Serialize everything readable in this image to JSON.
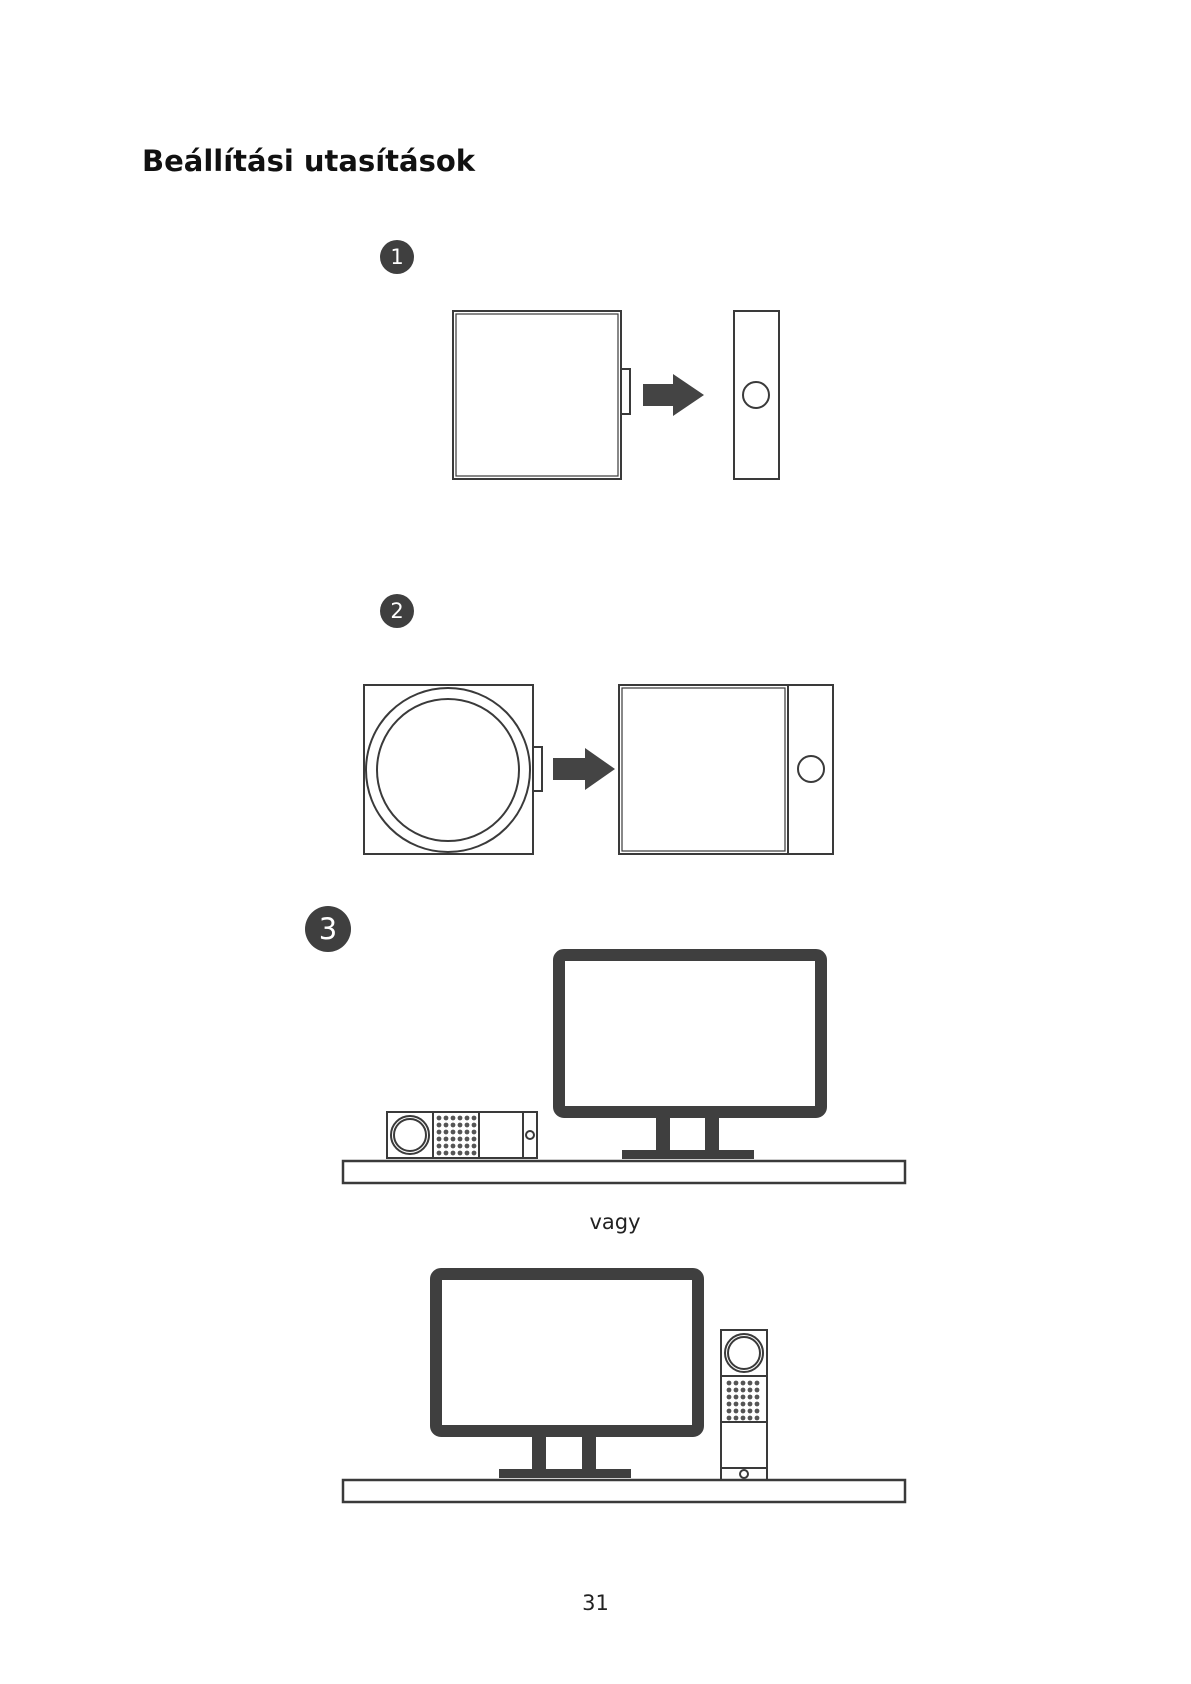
{
  "page": {
    "title": "Beállítási utasítások",
    "page_number": "31"
  },
  "steps": [
    {
      "number": "1"
    },
    {
      "number": "2"
    },
    {
      "number": "3"
    }
  ],
  "step3": {
    "or_label": "vagy"
  },
  "colors": {
    "line": "#3a3a3a",
    "monitor": "#3f3f3f",
    "arrow": "#444444",
    "badge": "#3f3f3f"
  }
}
